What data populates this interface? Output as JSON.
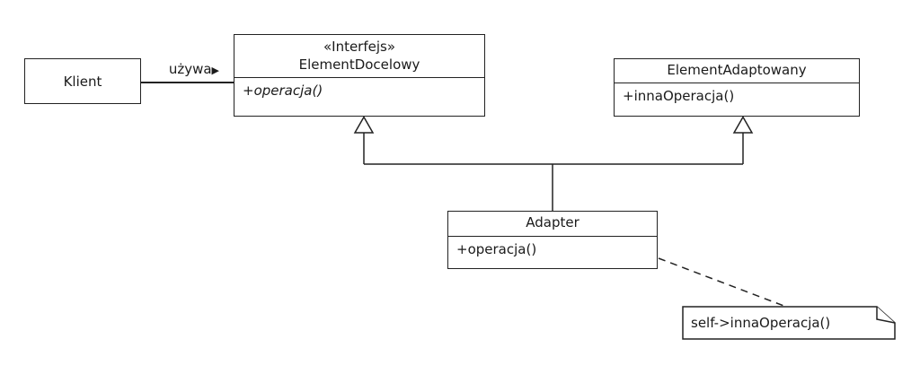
{
  "diagram": {
    "kind": "uml-class-diagram",
    "pattern": "Adapter",
    "classes": {
      "klient": {
        "name": "Klient"
      },
      "element_docelowy": {
        "stereotype": "«Interfejs»",
        "name": "ElementDocelowy",
        "operations": [
          "+operacja()"
        ]
      },
      "element_adaptowany": {
        "name": "ElementAdaptowany",
        "operations": [
          "+innaOperacja()"
        ]
      },
      "adapter": {
        "name": "Adapter",
        "operations": [
          "+operacja()"
        ]
      }
    },
    "association": {
      "label": "używa",
      "arrow": "▶"
    },
    "note": {
      "text": "self->innaOperacja()"
    },
    "colors": {
      "stroke": "#222222",
      "background": "#ffffff",
      "box_fill": "#ffffff",
      "text": "#1a1a1a"
    }
  }
}
